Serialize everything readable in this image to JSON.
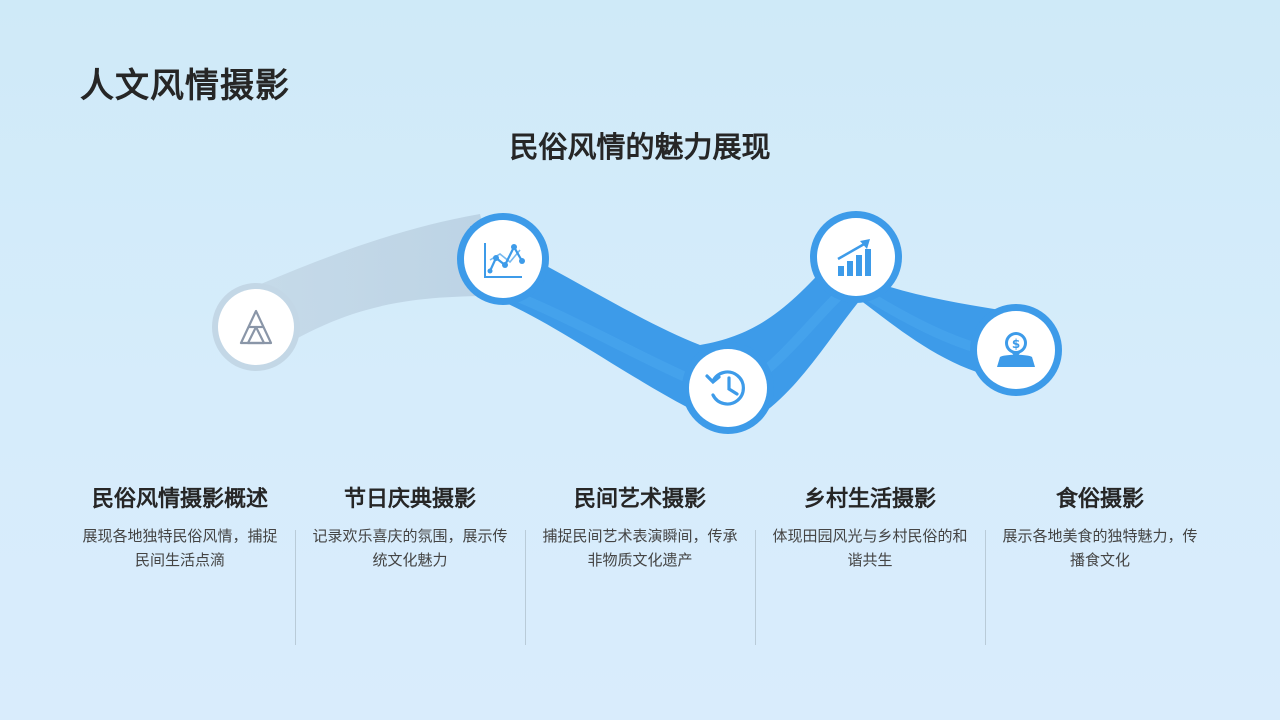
{
  "header": {
    "title": "人文风情摄影",
    "subtitle": "民俗风情的魅力展现"
  },
  "timeline": {
    "nodes": [
      {
        "icon": "triangle-icon",
        "state": "inactive"
      },
      {
        "icon": "scatter-chart-icon",
        "state": "active"
      },
      {
        "icon": "history-icon",
        "state": "active"
      },
      {
        "icon": "bar-chart-up-icon",
        "state": "active"
      },
      {
        "icon": "money-pin-icon",
        "state": "active"
      }
    ],
    "colors": {
      "accent": "#3d9be9",
      "inactive": "#c3d7e6",
      "node_fill": "#ffffff"
    }
  },
  "columns": [
    {
      "heading": "民俗风情摄影概述",
      "desc": "展现各地独特民俗风情，捕捉民间生活点滴"
    },
    {
      "heading": "节日庆典摄影",
      "desc": "记录欢乐喜庆的氛围，展示传统文化魅力"
    },
    {
      "heading": "民间艺术摄影",
      "desc": "捕捉民间艺术表演瞬间，传承非物质文化遗产"
    },
    {
      "heading": "乡村生活摄影",
      "desc": "体现田园风光与乡村民俗的和谐共生"
    },
    {
      "heading": "食俗摄影",
      "desc": "展示各地美食的独特魅力，传播食文化"
    }
  ]
}
